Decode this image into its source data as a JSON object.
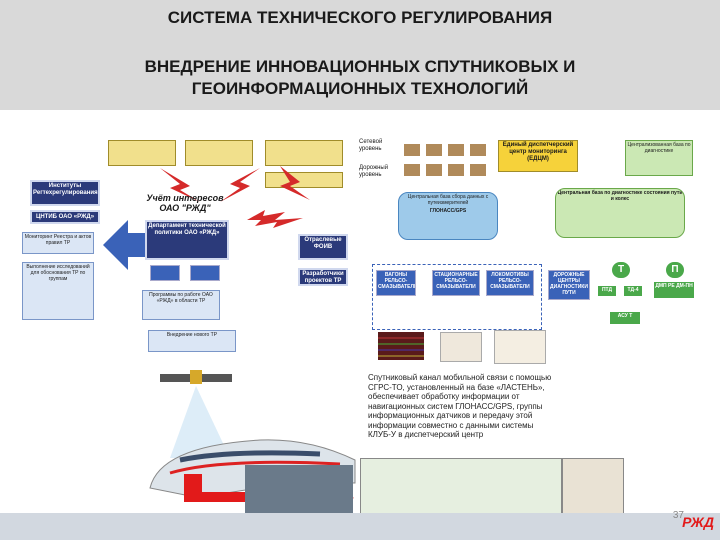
{
  "header": {
    "title": "СИСТЕМА ТЕХНИЧЕСКОГО РЕГУЛИРОВАНИЯ",
    "subtitle_line1": "ВНЕДРЕНИЕ ИННОВАЦИОННЫХ СПУТНИКОВЫХ И",
    "subtitle_line2": "ГЕОИНФОРМАЦИОННЫХ ТЕХНОЛОГИЙ"
  },
  "left_diagram": {
    "institutes": "Институты Регтехрегулирования",
    "ctib": "ЦНТИБ ОАО «РЖД»",
    "monitoring": "Мониторинг Реестра и актов правил ТР",
    "analysis": "Выполнение исследований для обоснования ТР по группам",
    "interests": "Учёт интересов ОАО \"РЖД\"",
    "policy": "Департамент технической политики ОАО «РЖД»",
    "branch": "Отраслевые ФОИВ",
    "developers": "Разработчики проектов ТР",
    "programs": "Программы по работе ОАО «РЖД» в области ТР",
    "implementation": "Внедрение нового ТР"
  },
  "right_diagram": {
    "network_level": "Сетевой уровень",
    "road_level": "Дорожный уровень",
    "edcm": "Единый диспетчерский центр мониторинга (ЕДЦМ)",
    "diag_db": "Централизованная база по диагностике",
    "central_db": "Центральная база сбора данных с путеизмерителей",
    "glonass": "ГЛОНАСС/GPS",
    "track_db": "Центральная база по диагностике состояния пути и колес",
    "t_label": "Т",
    "p_label": "П",
    "wagons": "ВАГОНЫ РЕЛЬСО-СМАЗЫВАТЕЛИ",
    "stationary": "СТАЦИОНАРНЫЕ РЕЛЬСО-СМАЗЫВАТЕЛИ",
    "locomotives": "ЛОКОМОТИВЫ РЕЛЬСО-СМАЗЫВАТЕЛИ",
    "road_centers": "ДОРОЖНЫЕ ЦЕНТРЫ ДИАГНОСТИКИ ПУТИ",
    "ptd": "ПТД",
    "td4": "ТД-4",
    "dmp": "ДМП РЕ ДМ-ПН",
    "asut": "АСУ Т"
  },
  "text_block": "Спутниковый канал мобильной связи с помощью СГРС-ТО, установленный на базе «ЛАСТЕНЬ», обеспечивает обработку информации от навигационных систем ГЛОНАСС/GPS, группы информационных датчиков и передачу этой информации совместно с данными системы КЛУБ-У в диспетчерский центр",
  "page_number": "37",
  "logo": "РЖД",
  "colors": {
    "header_bg": "#d9d9d9",
    "navy": "#2b3a7a",
    "accent_red": "#e21a1a"
  }
}
